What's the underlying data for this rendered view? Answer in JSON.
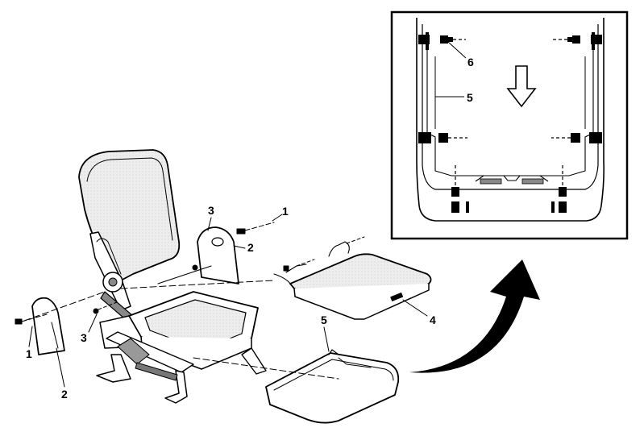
{
  "diagram": {
    "callouts": [
      "1",
      "2",
      "3",
      "4",
      "5",
      "6"
    ]
  },
  "colors": {
    "line": "#000000",
    "panel_fill": "#e8e8e8",
    "background": "#ffffff"
  },
  "icons": [
    "down-arrow-icon",
    "curved-arrow-icon"
  ]
}
